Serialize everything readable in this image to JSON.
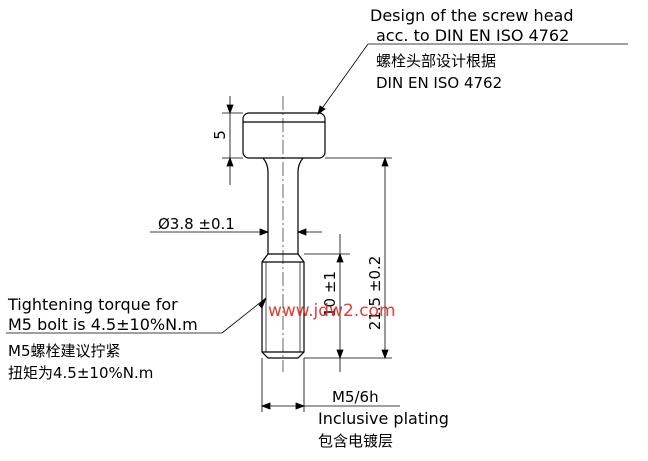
{
  "annotations": {
    "head_en_line1": "Design of the screw head",
    "head_en_line2": "acc. to DIN EN ISO 4762",
    "head_cn_line1": "螺栓头部设计根据",
    "head_cn_line2": "DIN EN ISO 4762",
    "torque_en_line1": "Tightening torque for",
    "torque_en_line2": "M5 bolt is 4.5±10%N.m",
    "torque_cn_line1": "M5螺栓建议拧紧",
    "torque_cn_line2": "扭矩为4.5±10%N.m",
    "plating_en": "Inclusive plating",
    "plating_cn": "包含电镀层"
  },
  "dimensions": {
    "head_height": "5",
    "shank_diameter": "Ø3.8 ±0.1",
    "thread_length": "10 ±1",
    "total_length": "21.5 ±0.2",
    "thread_spec": "M5/6h"
  },
  "watermark": "www.jdw2.com",
  "colors": {
    "line": "#000000",
    "watermark": "#e0281f"
  }
}
